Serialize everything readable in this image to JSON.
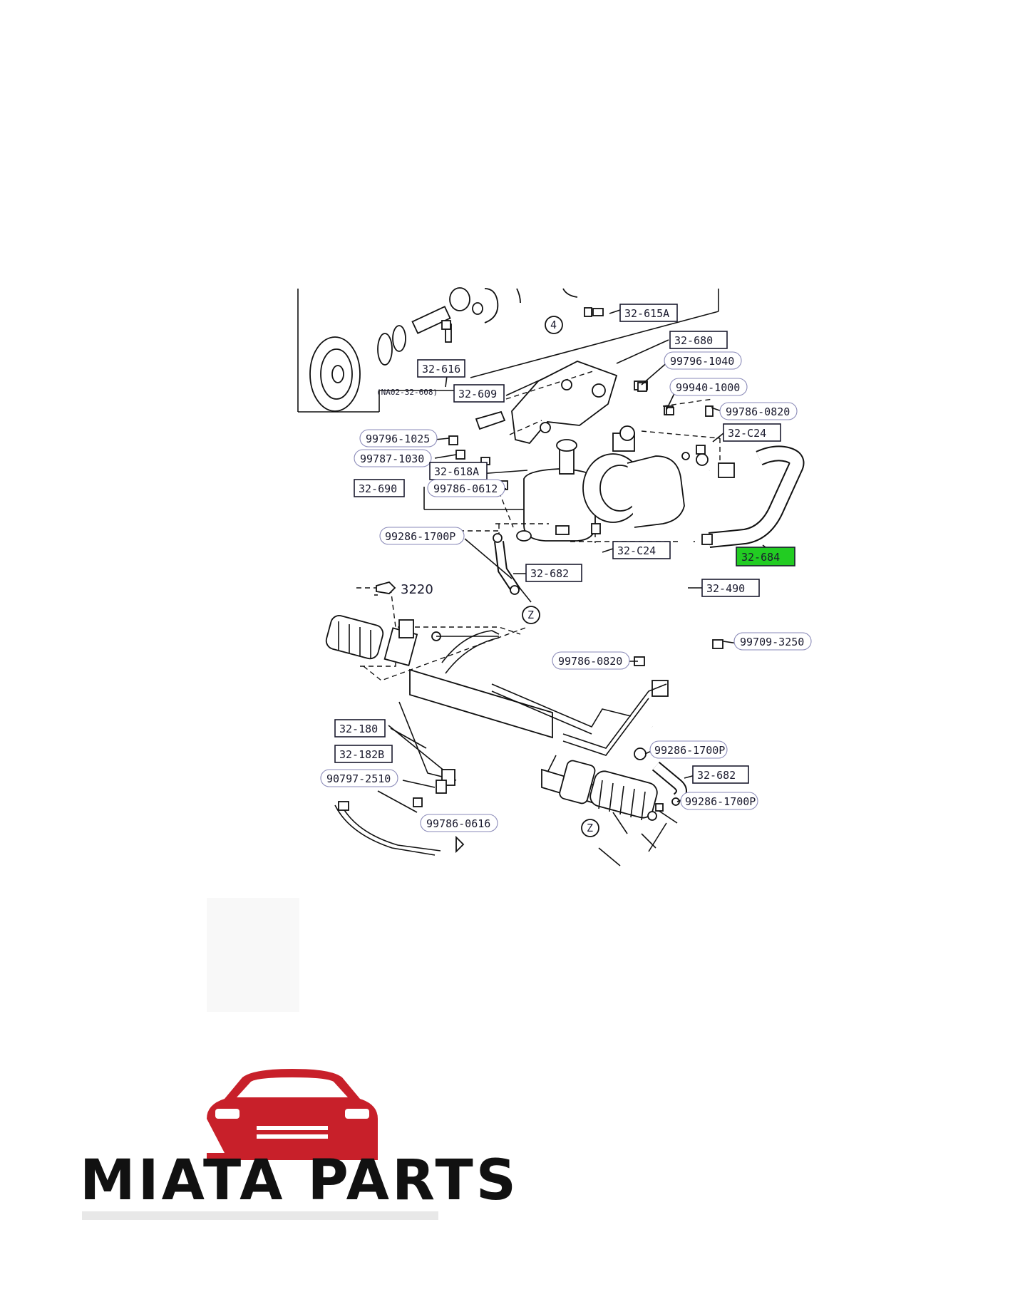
{
  "diagram": {
    "labels": {
      "l_615a": "32-615A",
      "l_680": "32-680",
      "l_616": "32-616",
      "l_609": "32-609",
      "l_na02": "(NA02-32-608)",
      "l_1040": "99796-1040",
      "l_99940": "99940-1000",
      "l_0820a": "99786-0820",
      "l_c24a": "32-C24",
      "l_1025": "99796-1025",
      "l_1030": "99787-1030",
      "l_618a": "32-618A",
      "l_690": "32-690",
      "l_0612": "99786-0612",
      "l_1700a": "99286-1700P",
      "l_c24b": "32-C24",
      "l_684": "32-684",
      "l_682a": "32-682",
      "l_490": "32-490",
      "l_3220": "3220",
      "l_3250": "99709-3250",
      "l_0820b": "99786-0820",
      "l_180": "32-180",
      "l_182b": "32-182B",
      "l_1700b": "99286-1700P",
      "l_682b": "32-682",
      "l_2510": "90797-2510",
      "l_1700c": "99286-1700P",
      "l_0616": "99786-0616",
      "l_z1": "Z",
      "l_z2": "Z",
      "l_4": "4"
    },
    "highlight_color": "#22cc22"
  },
  "brand": {
    "name": "MIATA PARTS",
    "accent_color": "#c8202a",
    "logo_icon": "car-front-icon"
  }
}
